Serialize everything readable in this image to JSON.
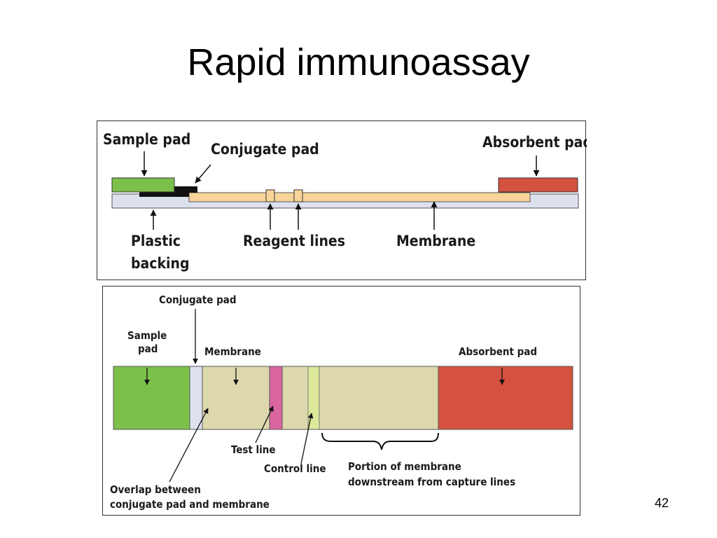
{
  "slide": {
    "title": "Rapid immunoassay",
    "number": "42"
  },
  "top_diagram": {
    "labels": {
      "sample_pad": "Sample pad",
      "conjugate_pad": "Conjugate pad",
      "absorbent_pad": "Absorbent pad",
      "plastic_backing_line1": "Plastic",
      "plastic_backing_line2": "backing",
      "reagent_lines": "Reagent lines",
      "membrane": "Membrane"
    },
    "colors": {
      "sample_pad": "#7cc04a",
      "conjugate_pad": "#111111",
      "absorbent_pad": "#d4523f",
      "membrane": "#f7d49a",
      "plastic_backing": "#dde1ee"
    }
  },
  "bottom_diagram": {
    "labels": {
      "conjugate_pad": "Conjugate pad",
      "sample_pad_line1": "Sample",
      "sample_pad_line2": "pad",
      "membrane": "Membrane",
      "absorbent_pad": "Absorbent pad",
      "test_line": "Test line",
      "control_line": "Control line",
      "downstream_line1": "Portion of membrane",
      "downstream_line2": "downstream from capture lines",
      "overlap_line1": "Overlap between",
      "overlap_line2": "conjugate pad and membrane"
    },
    "colors": {
      "sample_pad": "#7cc04a",
      "conjugate_pad": "#dde1ee",
      "membrane": "#ddd8ae",
      "test_line": "#d9669e",
      "control_line": "#dde89a",
      "absorbent_pad": "#d4523f"
    }
  }
}
